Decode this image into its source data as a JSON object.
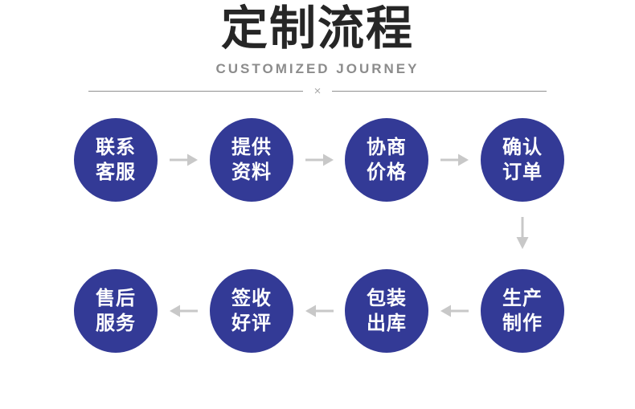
{
  "header": {
    "title": "定制流程",
    "subtitle": "CUSTOMIZED JOURNEY",
    "divider_mark": "×"
  },
  "colors": {
    "circle_fill": "#333a96",
    "circle_text": "#ffffff",
    "arrow": "#c8c8c8",
    "title_text": "#262626",
    "subtitle_text": "#8c8c8c",
    "divider_line": "#919191"
  },
  "flow": {
    "row1": [
      {
        "line1": "联系",
        "line2": "客服"
      },
      {
        "line1": "提供",
        "line2": "资料"
      },
      {
        "line1": "协商",
        "line2": "价格"
      },
      {
        "line1": "确认",
        "line2": "订单"
      }
    ],
    "row2": [
      {
        "line1": "售后",
        "line2": "服务"
      },
      {
        "line1": "签收",
        "line2": "好评"
      },
      {
        "line1": "包装",
        "line2": "出库"
      },
      {
        "line1": "生产",
        "line2": "制作"
      }
    ],
    "row1_direction": "right",
    "row2_direction": "left"
  }
}
